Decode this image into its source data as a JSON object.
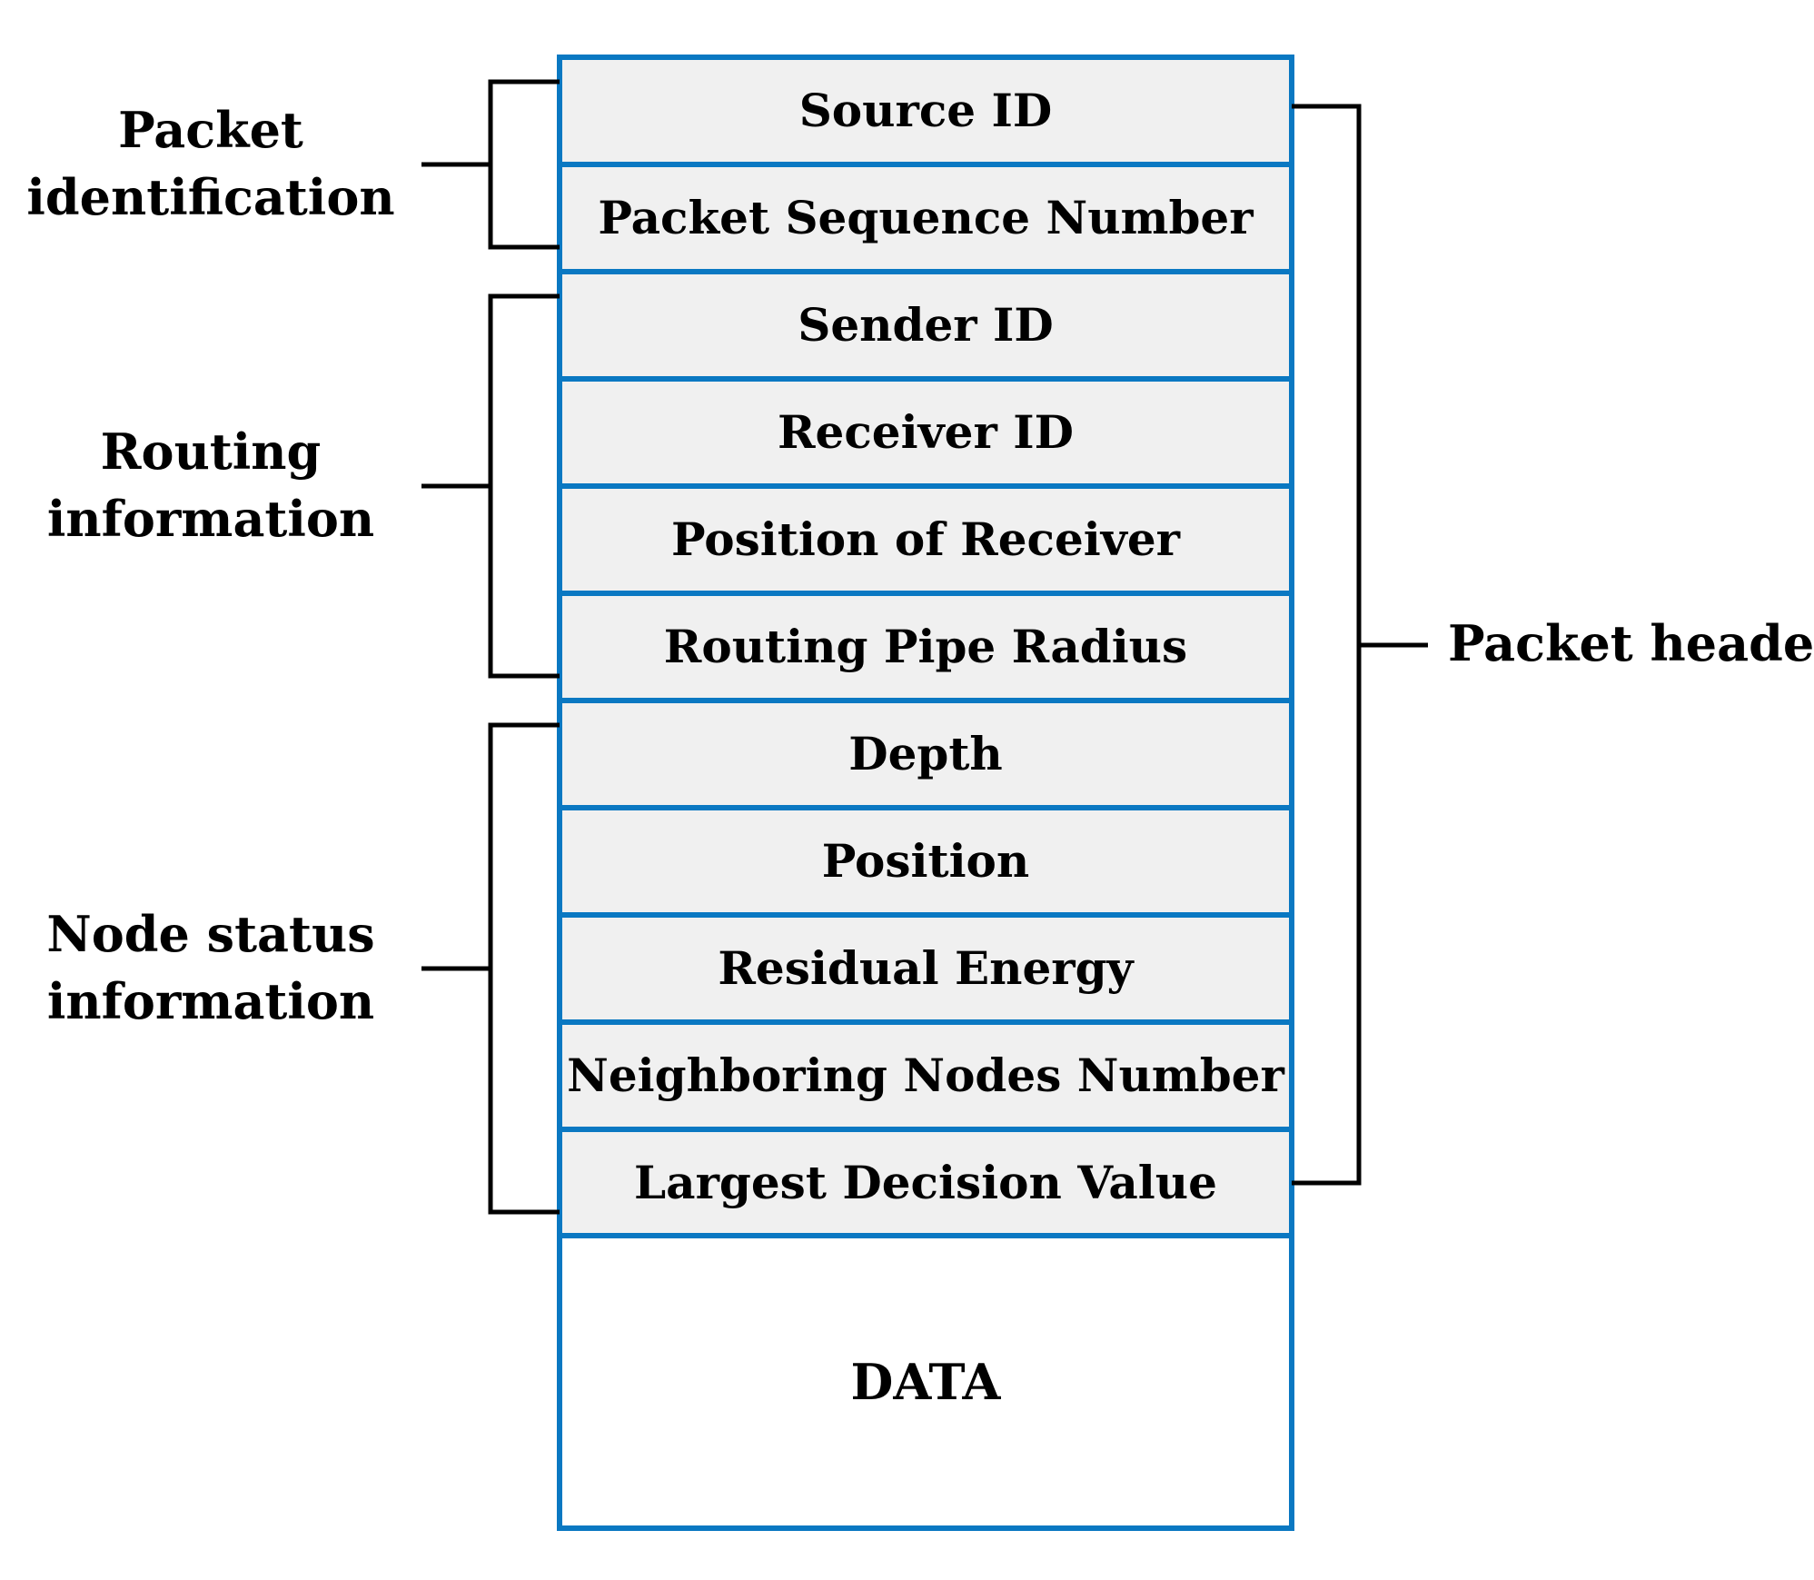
{
  "fields": [
    "Source ID",
    "Packet Sequence Number",
    "Sender ID",
    "Receiver ID",
    "Position of Receiver",
    "Routing Pipe Radius",
    "Depth",
    "Position",
    "Residual Energy",
    "Neighboring Nodes Number",
    "Largest Decision Value"
  ],
  "data_label": "DATA",
  "groups": [
    {
      "lines": [
        "Packet",
        "identification"
      ],
      "first_field": 0,
      "last_field": 1
    },
    {
      "lines": [
        "Routing",
        "information"
      ],
      "first_field": 2,
      "last_field": 5
    },
    {
      "lines": [
        "Node status",
        "information"
      ],
      "first_field": 6,
      "last_field": 10
    }
  ],
  "header_label": "Packet header",
  "colors": {
    "border": "#0a78c2",
    "field_fill": "#f0f0f0",
    "data_fill": "#ffffff",
    "text": "#000000"
  }
}
